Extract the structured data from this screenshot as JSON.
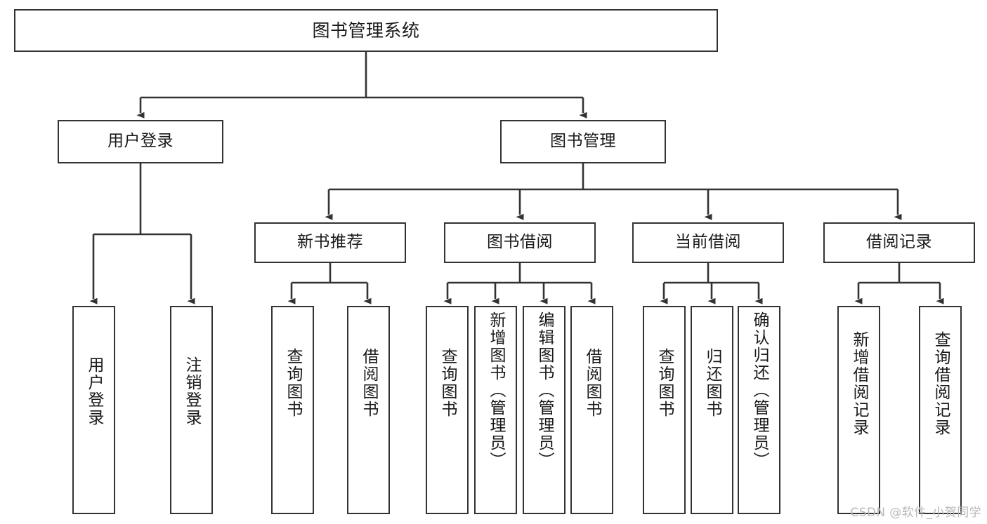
{
  "diagram": {
    "title": "图书管理系统",
    "type": "tree-hierarchy",
    "watermark": "CSDN @软件_小贺同学",
    "colors": {
      "stroke": "#333333",
      "fill": "#ffffff",
      "text": "#1a1a1a",
      "watermark": "#b8b8b8"
    },
    "root": {
      "label": "图书管理系统"
    },
    "level2": [
      {
        "label": "用户登录"
      },
      {
        "label": "图书管理"
      }
    ],
    "level3": [
      {
        "label": "新书推荐"
      },
      {
        "label": "图书借阅"
      },
      {
        "label": "当前借阅"
      },
      {
        "label": "借阅记录"
      }
    ],
    "leaves": {
      "user_login": [
        {
          "label": "用户登录"
        },
        {
          "label": "注销登录"
        }
      ],
      "new_book": [
        {
          "label": "查询图书"
        },
        {
          "label": "借阅图书"
        }
      ],
      "book_borrow": [
        {
          "label": "查询图书"
        },
        {
          "label": "新增图书（管理员）"
        },
        {
          "label": "编辑图书（管理员）"
        },
        {
          "label": "借阅图书"
        }
      ],
      "current_borrow": [
        {
          "label": "查询图书"
        },
        {
          "label": "归还图书"
        },
        {
          "label": "确认归还（管理员）"
        }
      ],
      "borrow_record": [
        {
          "label": "新增借阅记录"
        },
        {
          "label": "查询借阅记录"
        }
      ]
    }
  }
}
